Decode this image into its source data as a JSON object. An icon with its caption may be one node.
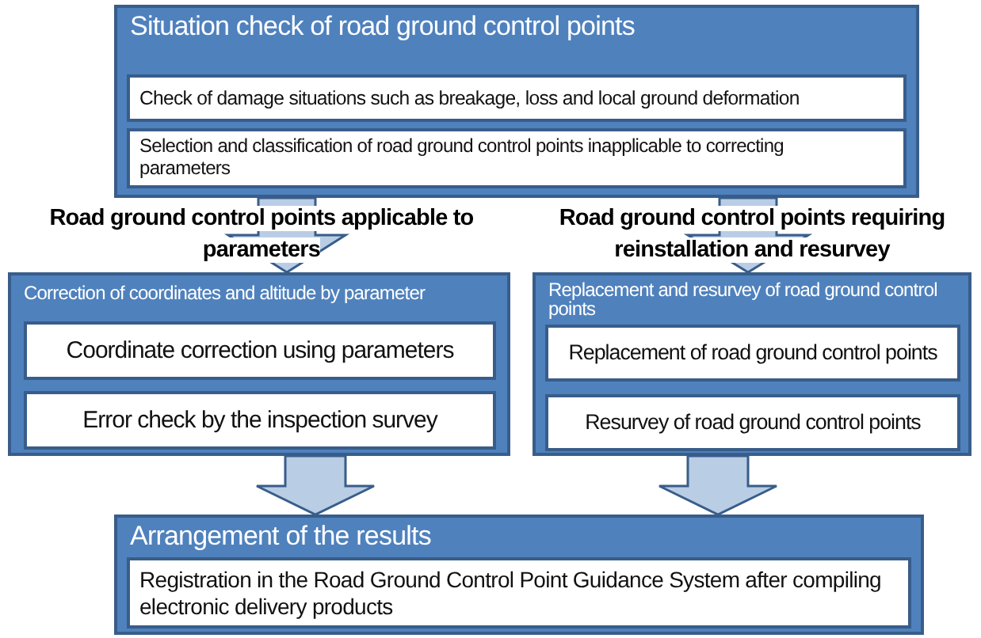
{
  "diagram": {
    "nodes": [
      {
        "text": [
          "Situation check of road ground control points"
        ]
      },
      {
        "text": [
          "Check of damage situations such as breakage, loss and local ground deformation"
        ],
        "in": 0
      },
      {
        "text": [
          "Selection and classification of road ground control points inapplicable to correcting parameters"
        ],
        "in": 0
      },
      {
        "text": [
          "Correction of coordinates and altitude by parameter"
        ]
      },
      {
        "text": [
          "Coordinate correction using parameters"
        ],
        "in": 3
      },
      {
        "text": [
          "Error check by the inspection survey"
        ],
        "in": 3
      },
      {
        "text": [
          "Replacement and resurvey of road ground control points"
        ]
      },
      {
        "text": [
          "Replacement of road ground control points"
        ],
        "in": 6
      },
      {
        "text": [
          "Resurvey of road ground control points"
        ],
        "in": 6
      },
      {
        "text": [
          "Arrangement of the results"
        ]
      },
      {
        "text": [
          "Registration in the Road Ground Control Point Guidance System after compiling electronic delivery products"
        ],
        "in": 9
      }
    ],
    "edges": [
      {
        "from": 0,
        "to": 3,
        "arrow": "to",
        "label": "Road ground control points applicable to parameters",
        "style": "thick"
      },
      {
        "from": 0,
        "to": 6,
        "arrow": "to",
        "label": "Road ground control points requiring reinstallation and resurvey",
        "style": "thick"
      },
      {
        "from": 3,
        "to": 9,
        "arrow": "to",
        "style": "thick"
      },
      {
        "from": 6,
        "to": 9,
        "arrow": "to",
        "style": "thick"
      }
    ]
  }
}
